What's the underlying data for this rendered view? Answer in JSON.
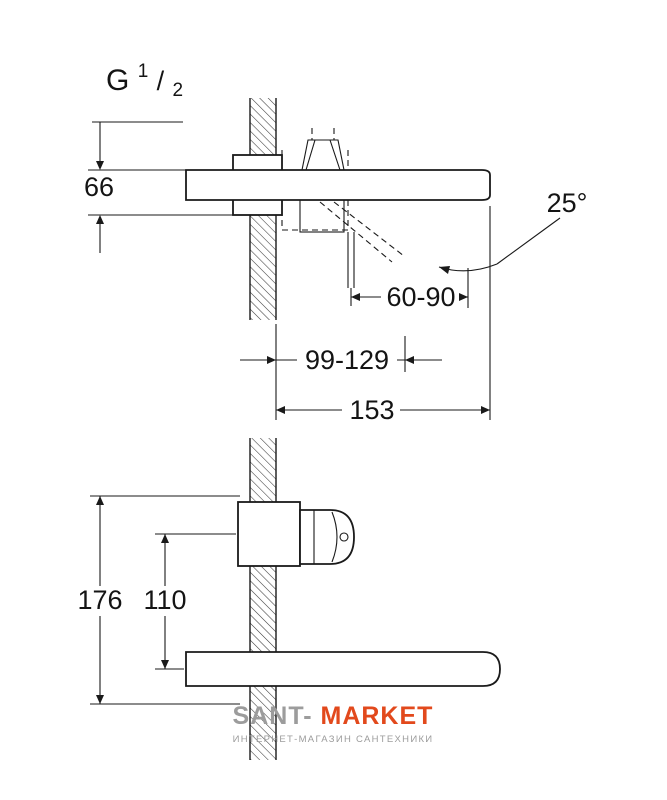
{
  "thread_label": {
    "text": "G 1/2",
    "prefix": "G",
    "sup": "1",
    "slash": "/",
    "sub": "2"
  },
  "dimensions": {
    "trim_height": "66",
    "spray_angle": "25°",
    "spray_reach_range": "60-90",
    "reach_range": "99-129",
    "spout_projection": "153",
    "overall_height": "176",
    "handle_to_spout": "110"
  },
  "watermark": {
    "brand_gray": "SANT-",
    "brand_orange": "MARKET",
    "subtitle": "ИНТЕРНЕТ-МАГАЗИН САНТЕХНИКИ",
    "color_gray": "#9c9c9c",
    "color_orange": "#e2491c"
  },
  "colors": {
    "line": "#1a1a1a",
    "background": "#ffffff"
  }
}
